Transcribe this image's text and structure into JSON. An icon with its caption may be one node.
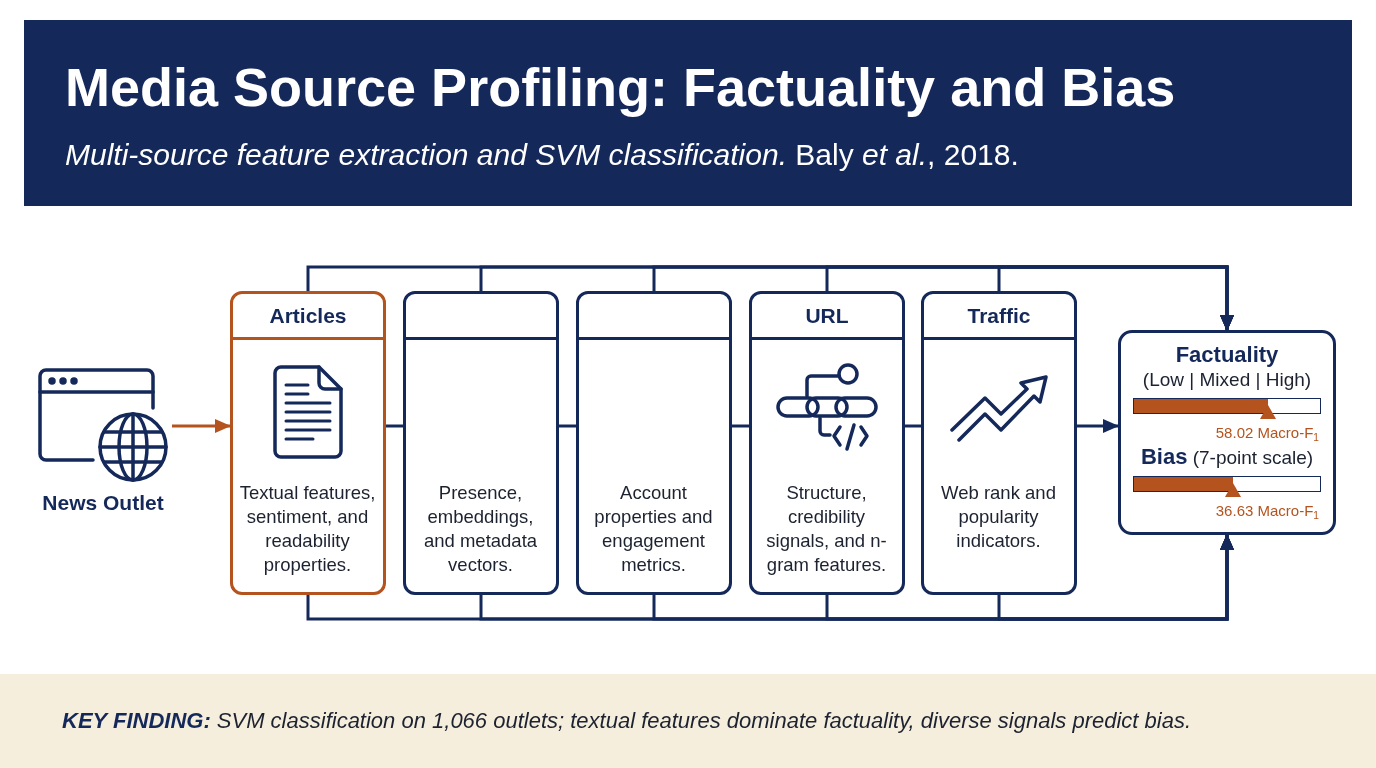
{
  "diagram": {
    "title": "Media Source Profiling: Factuality and Bias",
    "caption": "**KEY FINDING:** SVM classification on 1,066 outlets; textual features dominate factuality, diverse signals predict bias.",
    "nodes": [
      {
        "text": [
          "News Outlet"
        ]
      },
      {
        "text": [
          "Articles",
          "Textual features, sentiment, and readability properties."
        ]
      },
      {
        "text": [
          "Presence, embeddings, and metadata vectors."
        ]
      },
      {
        "text": [
          "Account properties and engagement metrics."
        ]
      },
      {
        "text": [
          "URL",
          "Structure, credibility signals, and n-gram features."
        ]
      },
      {
        "text": [
          "Traffic",
          "Web rank and popularity indicators."
        ]
      },
      {
        "text": [
          "Factuality",
          "(Low | Mixed | High)",
          "58.02 Macro-F$_{1}$",
          "**Bias** (7-point scale)",
          "36.63 Macro-F$_{1}$"
        ]
      }
    ],
    "edges": [
      {
        "from": 0,
        "to": 1,
        "arrow": "to",
        "color": "#b4531d"
      },
      {
        "from": 1,
        "to": 6,
        "arrow": "to"
      },
      {
        "from": 2,
        "to": 6,
        "arrow": "to"
      },
      {
        "from": 3,
        "to": 6,
        "arrow": "to"
      },
      {
        "from": 4,
        "to": 6,
        "arrow": "to"
      },
      {
        "from": 5,
        "to": 6,
        "arrow": "to"
      },
      {
        "from": 1,
        "to": 6,
        "arrow": "to"
      },
      {
        "from": 2,
        "to": 6,
        "arrow": "to"
      },
      {
        "from": 3,
        "to": 6,
        "arrow": "to"
      },
      {
        "from": 4,
        "to": 6,
        "arrow": "to"
      },
      {
        "from": 5,
        "to": 6,
        "arrow": "to"
      },
      {
        "from": 1,
        "to": 2,
        "arrow": "none"
      },
      {
        "from": 2,
        "to": 3,
        "arrow": "none"
      },
      {
        "from": 3,
        "to": 4,
        "arrow": "none"
      },
      {
        "from": 4,
        "to": 5,
        "arrow": "none"
      },
      {
        "from": 5,
        "to": 6,
        "arrow": "to"
      }
    ],
    "labels": [
      "*Multi-source feature extraction and SVM classification.* Baly *et al.*, 2018."
    ]
  }
}
